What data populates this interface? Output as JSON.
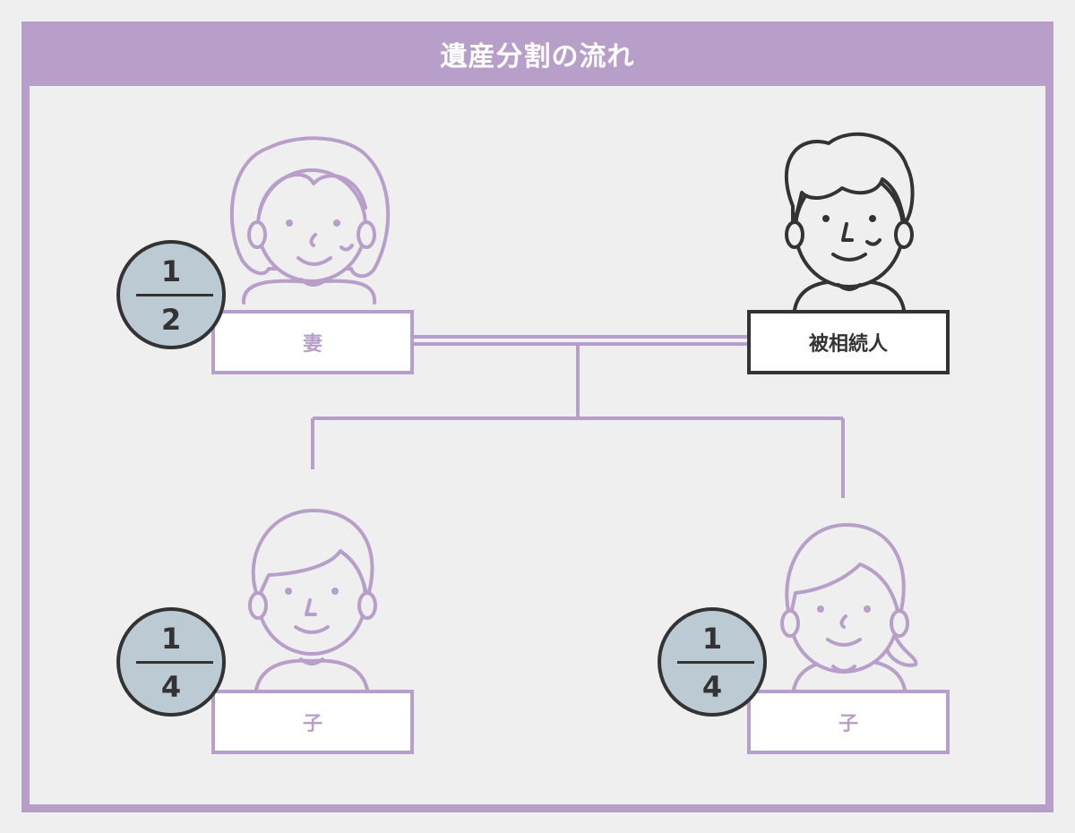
{
  "title": "遺産分割の流れ",
  "people": {
    "wife": {
      "label": "妻",
      "share": {
        "numerator": "1",
        "denominator": "2"
      }
    },
    "deceased": {
      "label": "被相続人"
    },
    "child_left": {
      "label": "子",
      "share": {
        "numerator": "1",
        "denominator": "4"
      }
    },
    "child_right": {
      "label": "子",
      "share": {
        "numerator": "1",
        "denominator": "4"
      }
    }
  },
  "colors": {
    "accent": "#b79fc9",
    "deceased": "#333333",
    "badge": "#bccbd3",
    "background": "#efefef"
  },
  "icons": [
    "woman-icon",
    "man-icon",
    "boy-icon",
    "girl-icon"
  ]
}
